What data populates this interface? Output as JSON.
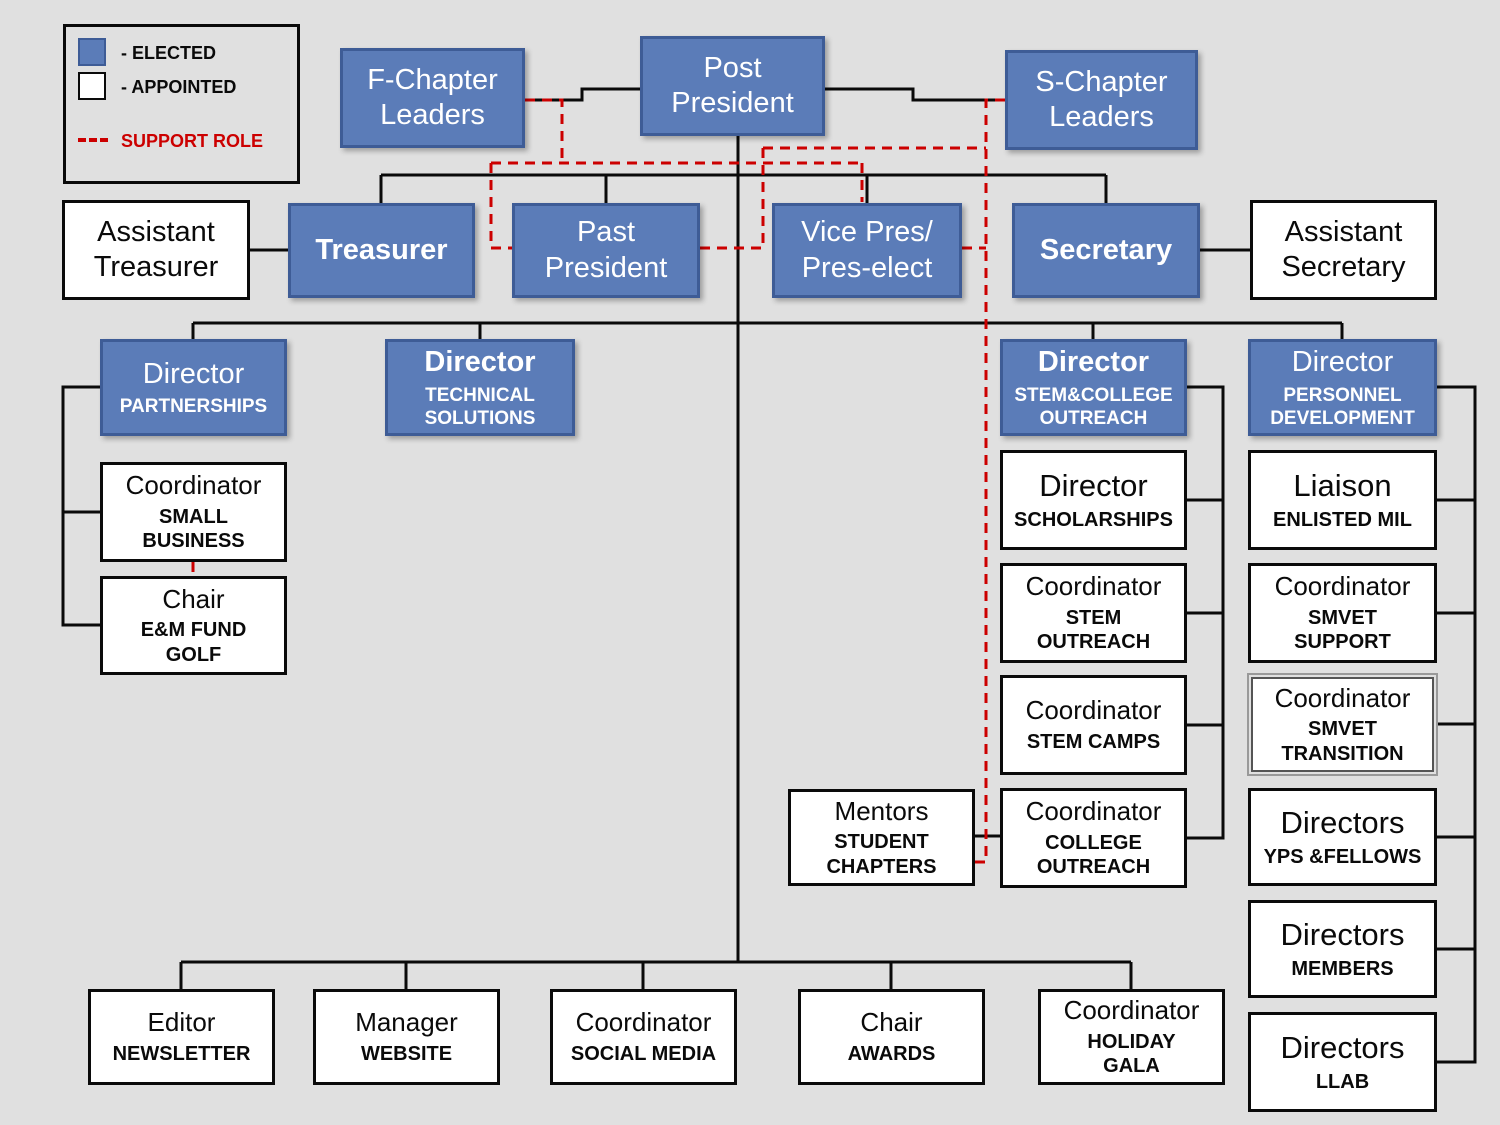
{
  "title": "Post organization chart",
  "colors": {
    "background": "#E0E0E0",
    "elected_fill": "#5B7CB8",
    "elected_border": "#3E5C96",
    "appointed_fill": "#FFFFFF",
    "connector_line": "#0A0A0A",
    "support_line": "#CC0000"
  },
  "legend": {
    "elected_label": "- ELECTED",
    "appointed_label": "- APPOINTED",
    "support_label": "SUPPORT ROLE"
  },
  "nodes": {
    "f_chapter": {
      "title": "F-Chapter\nLeaders"
    },
    "post_president": {
      "title": "Post\nPresident"
    },
    "s_chapter": {
      "title": "S-Chapter\nLeaders"
    },
    "assistant_treasurer": {
      "title": "Assistant\nTreasurer"
    },
    "treasurer": {
      "title": "Treasurer"
    },
    "past_president": {
      "title": "Past\nPresident"
    },
    "vice_pres": {
      "title": "Vice Pres/\nPres-elect"
    },
    "secretary": {
      "title": "Secretary"
    },
    "assistant_secretary": {
      "title": "Assistant\nSecretary"
    },
    "dir_partnerships": {
      "title": "Director",
      "subtitle": "PARTNERSHIPS"
    },
    "dir_technical": {
      "title": "Director",
      "subtitle": "TECHNICAL\nSOLUTIONS"
    },
    "dir_stem": {
      "title": "Director",
      "subtitle": "STEM&COLLEGE\nOUTREACH"
    },
    "dir_personnel": {
      "title": "Director",
      "subtitle": "PERSONNEL\nDEVELOPMENT"
    },
    "coord_small_business": {
      "title": "Coordinator",
      "subtitle": "SMALL\nBUSINESS"
    },
    "chair_em_fund": {
      "title": "Chair",
      "subtitle": "E&M FUND\nGOLF"
    },
    "dir_scholarships": {
      "title": "Director",
      "subtitle": "SCHOLARSHIPS"
    },
    "coord_stem_outreach": {
      "title": "Coordinator",
      "subtitle": "STEM\nOUTREACH"
    },
    "coord_stem_camps": {
      "title": "Coordinator",
      "subtitle": "STEM CAMPS"
    },
    "coord_college_outreach": {
      "title": "Coordinator",
      "subtitle": "COLLEGE\nOUTREACH"
    },
    "mentors_student_chapters": {
      "title": "Mentors",
      "subtitle": "STUDENT\nCHAPTERS"
    },
    "liaison_enlisted": {
      "title": "Liaison",
      "subtitle": "ENLISTED MIL"
    },
    "coord_smvet_support": {
      "title": "Coordinator",
      "subtitle": "SMVET\nSUPPORT"
    },
    "coord_smvet_transition": {
      "title": "Coordinator",
      "subtitle": "SMVET\nTRANSITION"
    },
    "dirs_yps": {
      "title": "Directors",
      "subtitle": "YPS &FELLOWS"
    },
    "dirs_members": {
      "title": "Directors",
      "subtitle": "MEMBERS"
    },
    "dirs_llab": {
      "title": "Directors",
      "subtitle": "LLAB"
    },
    "editor_newsletter": {
      "title": "Editor",
      "subtitle": "NEWSLETTER"
    },
    "manager_website": {
      "title": "Manager",
      "subtitle": "WEBSITE"
    },
    "coord_social_media": {
      "title": "Coordinator",
      "subtitle": "SOCIAL MEDIA"
    },
    "chair_awards": {
      "title": "Chair",
      "subtitle": "AWARDS"
    },
    "coord_holiday_gala": {
      "title": "Coordinator",
      "subtitle": "HOLIDAY\nGALA"
    }
  }
}
